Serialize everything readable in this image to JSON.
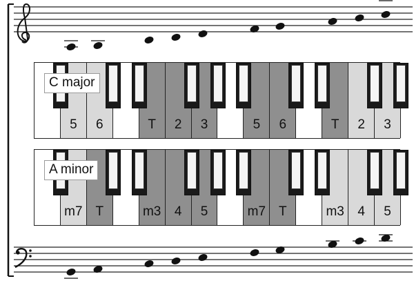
{
  "scales": [
    {
      "name": "C major",
      "white_keys": [
        {
          "shade": "white",
          "label": ""
        },
        {
          "shade": "light",
          "label": "5"
        },
        {
          "shade": "light",
          "label": "6"
        },
        {
          "shade": "white",
          "label": ""
        },
        {
          "shade": "dark",
          "label": "T"
        },
        {
          "shade": "dark",
          "label": "2"
        },
        {
          "shade": "dark",
          "label": "3"
        },
        {
          "shade": "white",
          "label": ""
        },
        {
          "shade": "dark",
          "label": "5"
        },
        {
          "shade": "dark",
          "label": "6"
        },
        {
          "shade": "white",
          "label": ""
        },
        {
          "shade": "dark",
          "label": "T"
        },
        {
          "shade": "light",
          "label": "2"
        },
        {
          "shade": "light",
          "label": "3"
        }
      ]
    },
    {
      "name": "A minor",
      "white_keys": [
        {
          "shade": "white",
          "label": ""
        },
        {
          "shade": "light",
          "label": "m7"
        },
        {
          "shade": "dark",
          "label": "T"
        },
        {
          "shade": "white",
          "label": ""
        },
        {
          "shade": "dark",
          "label": "m3"
        },
        {
          "shade": "dark",
          "label": "4"
        },
        {
          "shade": "dark",
          "label": "5"
        },
        {
          "shade": "white",
          "label": ""
        },
        {
          "shade": "dark",
          "label": "m7"
        },
        {
          "shade": "dark",
          "label": "T"
        },
        {
          "shade": "white",
          "label": ""
        },
        {
          "shade": "light",
          "label": "m3"
        },
        {
          "shade": "light",
          "label": "4"
        },
        {
          "shade": "light",
          "label": "5"
        }
      ]
    }
  ],
  "colors": {
    "white": "#ffffff",
    "light": "#d9d9d9",
    "dark": "#8f8f8f",
    "ink": "#111111"
  },
  "clefs": {
    "treble": "treble-clef",
    "bass": "bass-clef"
  }
}
